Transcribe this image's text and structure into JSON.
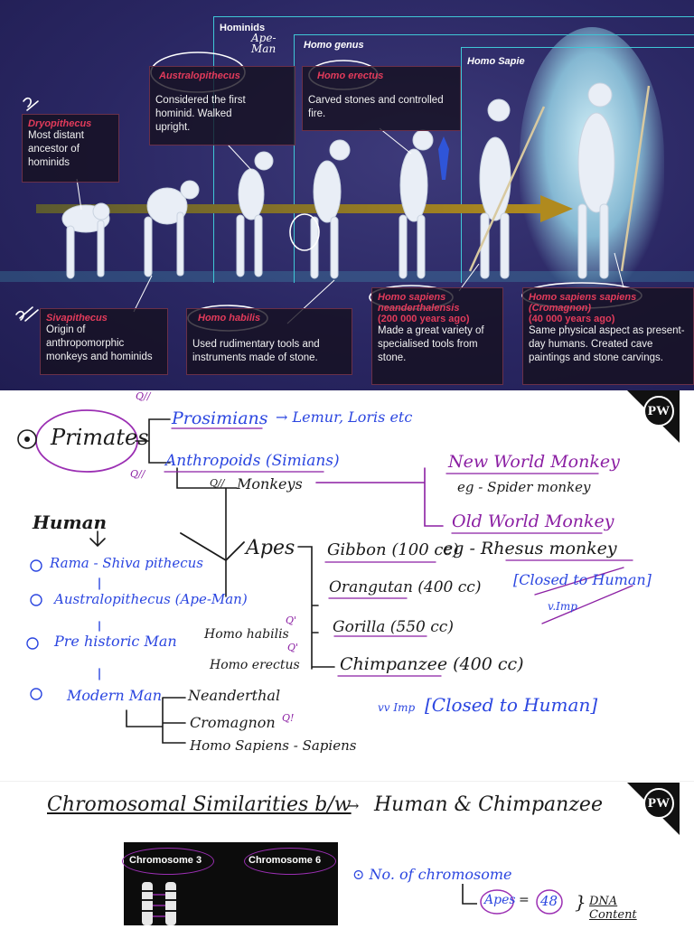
{
  "poster": {
    "frames": {
      "hominids": "Hominids",
      "homo_genus": "Homo genus",
      "homo_sapiens": "Homo Sapie"
    },
    "species": [
      {
        "name": "Dryopithecus",
        "desc": [
          "Most distant",
          "ancestor of",
          "hominids"
        ]
      },
      {
        "name": "Australopithecus",
        "desc": [
          "Considered the first",
          "hominid. Walked",
          "upright."
        ]
      },
      {
        "name": "Homo erectus",
        "desc": [
          "Carved stones and controlled",
          "fire."
        ]
      },
      {
        "name": "Sivapithecus",
        "desc": [
          "Origin of",
          "anthropomorphic",
          "monkeys and hominids"
        ]
      },
      {
        "name": "Homo habilis",
        "desc": [
          "Used rudimentary tools and",
          "instruments made of stone."
        ]
      },
      {
        "name": "Homo sapiens",
        "name2": "neanderthalensis",
        "years": "(200 000 years ago)",
        "desc": [
          "Made a great variety of",
          "specialised tools from",
          "stone."
        ]
      },
      {
        "name": "Homo sapiens sapiens",
        "name2": "(Cromagnon)",
        "years": "(40 000 years ago)",
        "desc": [
          "Same physical aspect as present-",
          "day humans. Created cave",
          "paintings and stone carvings."
        ]
      }
    ],
    "annotations": {
      "ape_man": "Ape-\nMan",
      "q1": "Q//",
      "q2": "Q//"
    },
    "colors": {
      "frame": "#3fc7d6",
      "species_name": "#e23b5b",
      "arrow": "#b08a1e"
    }
  },
  "notes": {
    "brand": "PW",
    "primates": "Primates",
    "prosimians": "Prosimians",
    "prosimian_examples": "→ Lemur, Loris etc",
    "anthropoids": "Anthropoids (Simians)",
    "monkeys": "Monkeys",
    "new_world": "New World Monkey",
    "new_world_eg": "eg - Spider monkey",
    "old_world": "Old World Monkey",
    "apes": "Apes",
    "gibbon": "Gibbon (100 cc)",
    "gibbon_eg": "eg - Rhesus monkey",
    "closed_human_1": "[Closed to Human]",
    "vimp_1": "v.Imp",
    "orangutan": "Orangutan (400 cc)",
    "gorilla": "Gorilla (550 cc)",
    "chimpanzee": "Chimpanzee (400 cc)",
    "closed_human_2": "[Closed to Human]",
    "vimp_2": "vv Imp",
    "human": "Human",
    "ramashiva": "Rama - Shiva pithecus",
    "australopithecus": "Australopithecus (Ape-Man)",
    "prehistoric": "Pre historic Man",
    "homo_habilis": "Homo habilis",
    "homo_erectus": "Homo erectus",
    "modern": "Modern Man",
    "neanderthal": "Neanderthal",
    "cromagnon": "Cromagnon",
    "homo_sapiens": "Homo Sapiens - Sapiens",
    "q_marks": [
      "Q//",
      "Q//",
      "Q//",
      "Q'",
      "Q'",
      "Q!"
    ]
  },
  "chromosome_section": {
    "title_left": "Chromosomal Similarities b/w",
    "title_right": "Human & Chimpanzee",
    "chromosome_3": "Chromosome 3",
    "chromosome_6": "Chromosome 6",
    "no_of_chromosome": "No. of chromosome",
    "apes_label": "Apes",
    "apes_count": "48",
    "dna_content": "DNA Content"
  }
}
